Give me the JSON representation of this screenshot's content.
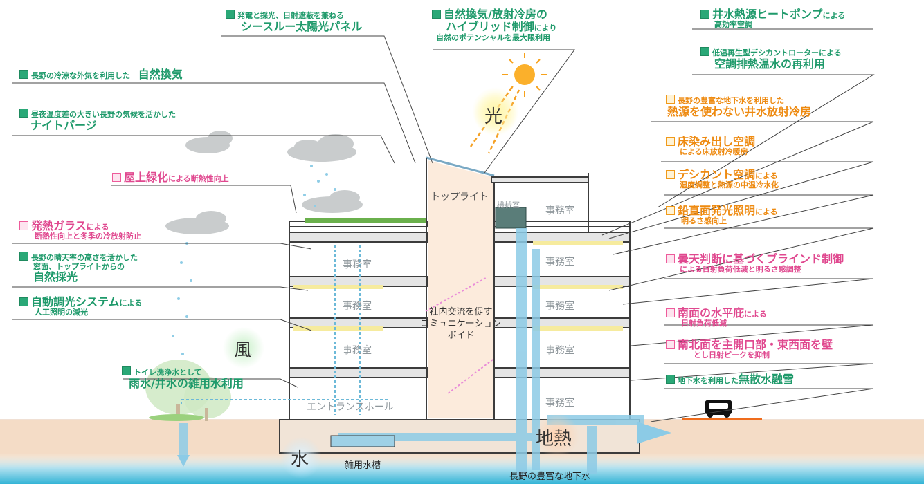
{
  "labels": {
    "seethrough_sub": "発電と採光、日射遮蔽を兼ねる",
    "seethrough_main": "シースルー太陽光パネル",
    "natural_vent_pre": "長野の冷涼な外気を利用した",
    "natural_vent_main": "自然換気",
    "nightpurge_sub": "昼夜温度差の大きい長野の気候を活かした",
    "nightpurge_main": "ナイトパージ",
    "green_roof_main": "屋上緑化",
    "green_roof_post": "による断熱性向上",
    "heatglass_main": "発熱ガラス",
    "heatglass_post": "による",
    "heatglass_sub": "断熱性向上と冬季の冷放射防止",
    "daylight_sub1": "長野の晴天率の高さを活かした",
    "daylight_sub2": "窓面、トップライトからの",
    "daylight_main": "自然採光",
    "dimming_main": "自動調光システム",
    "dimming_post": "による",
    "dimming_sub": "人工照明の減光",
    "rain_sub": "トイレ洗浄水として",
    "rain_main": "雨水/井水の雑用水利用",
    "hybrid_main1": "自然換気/放射冷房の",
    "hybrid_main2": "ハイブリッド制御",
    "hybrid_post": "により",
    "hybrid_sub": "自然のポテンシャルを最大限利用",
    "heatpump_main": "井水熱源ヒートポンプ",
    "heatpump_post": "による",
    "heatpump_sub": "高効率空調",
    "desiccant_rotor_sub": "低温再生型デシカントローターによる",
    "desiccant_rotor_main": "空調排熱温水の再利用",
    "well_sub": "長野の豊富な地下水を利用した",
    "well_main": "熱源を使わない井水放射冷房",
    "floor_main": "床染み出し空調",
    "floor_sub": "による床放射冷暖房",
    "desiccant_main": "デシカント空調",
    "desiccant_post": "による",
    "desiccant_sub": "湿度調整と熱源の中温冷水化",
    "vertical_main": "鉛直面発光照明",
    "vertical_post": "による",
    "vertical_sub": "明るさ感向上",
    "blind_main": "曇天判断に基づくブラインド制御",
    "blind_sub": "による日射負荷低減と明るさ感調整",
    "eaves_main": "南面の水平庇",
    "eaves_post": "による",
    "eaves_sub": "日射負荷低減",
    "opening_main": "南北面を主開口部・東西面を壁",
    "opening_sub": "とし日射ピークを抑制",
    "snow_pre": "地下水を利用した",
    "snow_main": "無散水融雪"
  },
  "building": {
    "office": "事務室",
    "machine_room": "機械室",
    "toplight": "トップライト",
    "void_l1": "社内交流を促す",
    "void_l2": "コミュニケーション",
    "void_l3": "ボイド",
    "entrance": "エントランスホール",
    "water_tank": "雑用水槽",
    "groundwater": "長野の豊富な地下水"
  },
  "elements": {
    "light": "光",
    "wind": "風",
    "water": "水",
    "geothermal": "地熱"
  },
  "colors": {
    "green": "#1f9a6b",
    "orange": "#ee8a10",
    "pink": "#e0488f",
    "ground": "#f4dcc6",
    "water": "#7cc5e0",
    "sky_blue": "#8ccbe6"
  }
}
